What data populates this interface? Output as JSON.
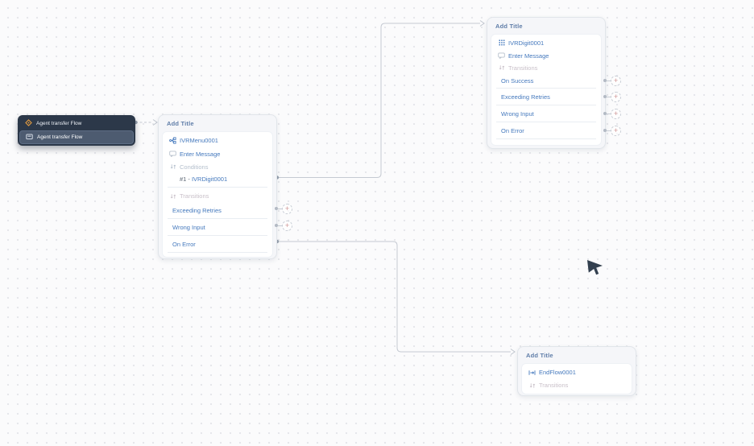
{
  "app": {
    "name": "flow-editor-canvas"
  },
  "icons": {
    "add": "+"
  },
  "colors": {
    "canvas_bg": "#fbfbfc",
    "dot_grid": "#e5e6ea",
    "node_bg": "#f5f6f9",
    "node_border": "#e1e5ea",
    "node_title_text": "#5f7da8",
    "card_bg": "#ffffff",
    "item_blue": "#4579bd",
    "item_muted": "#b4bfcc",
    "item_muted_pink": "#c9c0c9",
    "condition_prefix_text": "#5b6573",
    "start_node_bg": "#2c3849",
    "start_node_selected_bg": "#4d5b70",
    "start_node_text": "#edf1f7",
    "accent_orange": "#e09a41",
    "edge": "#c5cad2",
    "edge_dot": "#96a0ad",
    "plus_sign": "#cf9595",
    "cursor": "#33404f"
  },
  "start_node": {
    "row1": "Agent transfer Flow",
    "row2": "Agent transfer Flow"
  },
  "menu_node": {
    "title": "Add Title",
    "step": "IVRMenu0001",
    "message": "Enter Message",
    "conditions_label": "Conditions",
    "condition_prefix": "#1 -",
    "condition_value": "IVRDigit0001",
    "transitions_label": "Transitions",
    "transitions": [
      "Exceeding Retries",
      "Wrong Input",
      "On Error"
    ]
  },
  "digit_node": {
    "title": "Add Title",
    "step": "IVRDigit0001",
    "message": "Enter Message",
    "transitions_label": "Transitions",
    "transitions": [
      "On Success",
      "Exceeding Retries",
      "Wrong Input",
      "On Error"
    ]
  },
  "end_node": {
    "title": "Add Title",
    "step": "EndFlow0001",
    "transitions_label": "Transitions"
  }
}
